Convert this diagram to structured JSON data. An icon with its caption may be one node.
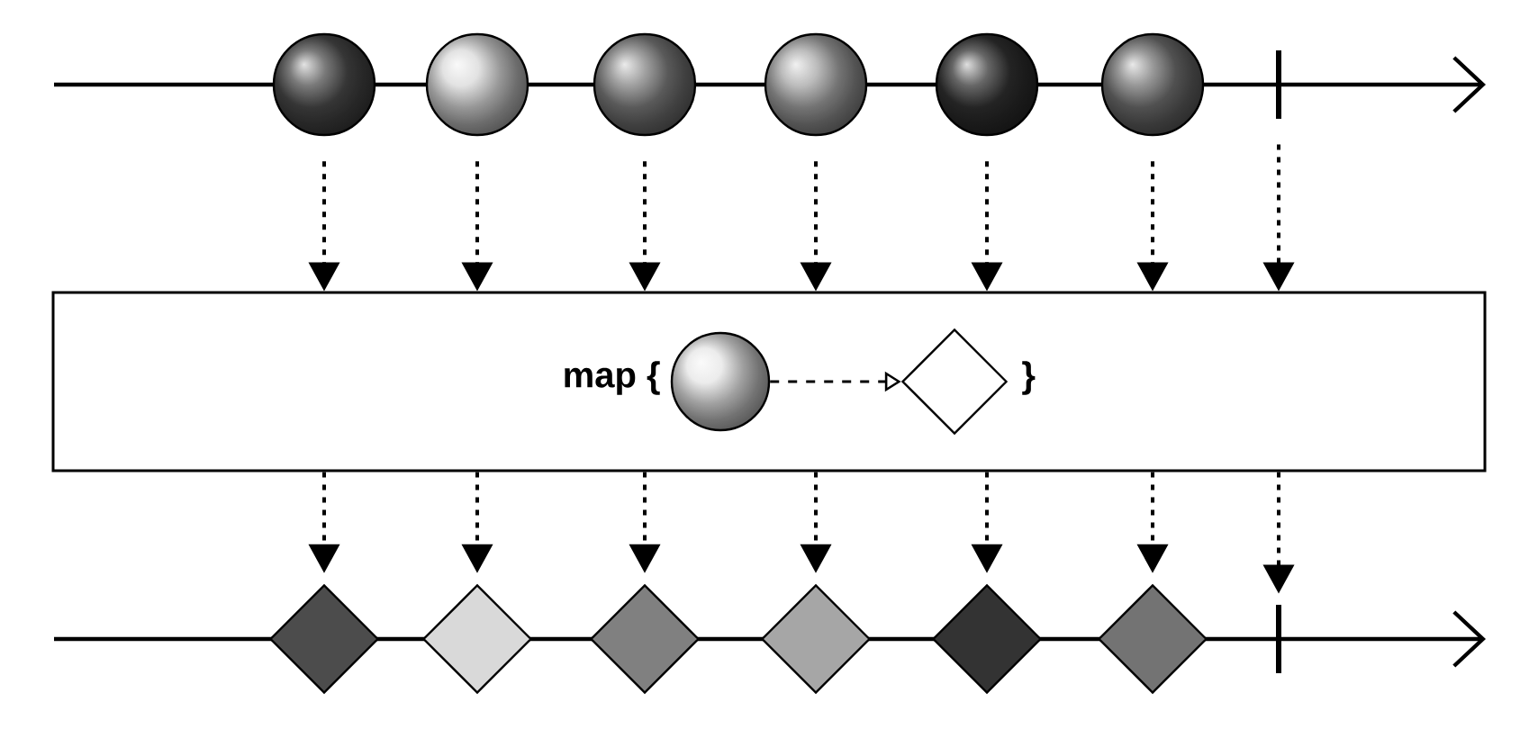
{
  "diagram": {
    "nodes": [
      {
        "text": [],
        "shape": "circle"
      },
      {
        "text": [],
        "shape": "circle"
      },
      {
        "text": [],
        "shape": "circle"
      },
      {
        "text": [],
        "shape": "circle"
      },
      {
        "text": [],
        "shape": "circle"
      },
      {
        "text": [],
        "shape": "circle"
      },
      {
        "text": [],
        "shape": "bar"
      },
      {
        "text": [
          "map {",
          "}"
        ]
      },
      {
        "text": [],
        "shape": "circle",
        "in": 7
      },
      {
        "text": [],
        "shape": "diamond",
        "in": 7
      },
      {
        "text": [],
        "shape": "diamond"
      },
      {
        "text": [],
        "shape": "diamond"
      },
      {
        "text": [],
        "shape": "diamond"
      },
      {
        "text": [],
        "shape": "diamond"
      },
      {
        "text": [],
        "shape": "diamond"
      },
      {
        "text": [],
        "shape": "diamond"
      },
      {
        "text": [],
        "shape": "bar"
      }
    ],
    "edges": [
      {
        "from": 0,
        "to": 7,
        "arrow": "to"
      },
      {
        "from": 1,
        "to": 7,
        "arrow": "to"
      },
      {
        "from": 2,
        "to": 7,
        "arrow": "to"
      },
      {
        "from": 3,
        "to": 7,
        "arrow": "to"
      },
      {
        "from": 4,
        "to": 7,
        "arrow": "to"
      },
      {
        "from": 5,
        "to": 7,
        "arrow": "to"
      },
      {
        "from": 6,
        "to": 7,
        "arrow": "to"
      },
      {
        "from": 8,
        "to": 9,
        "arrow": "to",
        "style": "dashed"
      },
      {
        "from": 7,
        "to": 10,
        "arrow": "to"
      },
      {
        "from": 7,
        "to": 11,
        "arrow": "to"
      },
      {
        "from": 7,
        "to": 12,
        "arrow": "to"
      },
      {
        "from": 7,
        "to": 13,
        "arrow": "to"
      },
      {
        "from": 7,
        "to": 14,
        "arrow": "to"
      },
      {
        "from": 7,
        "to": 15,
        "arrow": "to"
      },
      {
        "from": 7,
        "to": 16,
        "arrow": "to"
      }
    ]
  }
}
